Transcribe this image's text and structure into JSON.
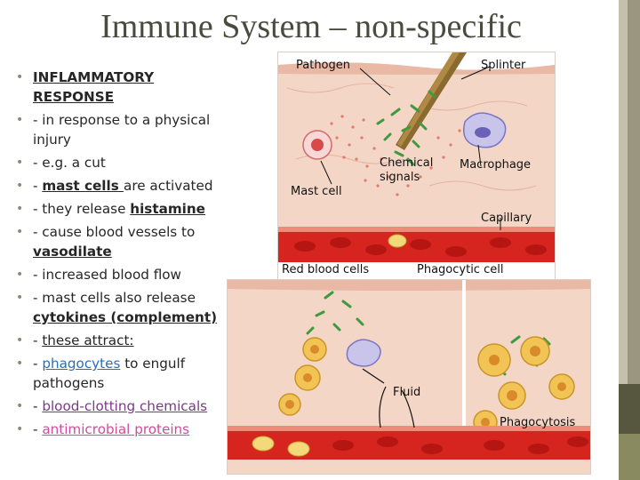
{
  "title": "Immune System – non-specific",
  "bullets": [
    {
      "prefix": "",
      "em": "INFLAMMATORY RESPONSE",
      "suffix": ""
    },
    {
      "prefix": "- in response to a physical injury",
      "em": "",
      "suffix": ""
    },
    {
      "prefix": "- e.g. a cut",
      "em": "",
      "suffix": ""
    },
    {
      "prefix": "- ",
      "em": "mast cells ",
      "suffix": "are activated"
    },
    {
      "prefix": "- they release ",
      "em": "histamine",
      "suffix": ""
    },
    {
      "prefix": "-  cause blood vessels to ",
      "em": "vasodilate",
      "suffix": ""
    },
    {
      "prefix": "- increased blood flow",
      "em": "",
      "suffix": ""
    },
    {
      "prefix": "- mast cells also release ",
      "em": "cytokines (complement)",
      "suffix": ""
    },
    {
      "prefix": "- ",
      "em": "these attract:",
      "suffix": ""
    },
    {
      "prefix": "- ",
      "em": "phagocytes",
      "suffix": " to engulf pathogens"
    },
    {
      "prefix": "- ",
      "em": "blood-clotting chemicals",
      "suffix": ""
    },
    {
      "prefix": "- ",
      "em": "antimicrobial proteins",
      "suffix": ""
    }
  ],
  "figure_top": {
    "pathogen": "Pathogen",
    "splinter": "Splinter",
    "chemical_signals_1": "Chemical",
    "chemical_signals_2": "signals",
    "macrophage": "Macrophage",
    "mast_cell": "Mast cell",
    "capillary": "Capillary",
    "red_blood_cells": "Red blood cells",
    "phagocytic_cell": "Phagocytic cell"
  },
  "figure_bottom": {
    "fluid": "Fluid",
    "phagocytosis": "Phagocytosis"
  },
  "colors": {
    "accent_blue": "#2b6fb3",
    "accent_purple": "#7a3a88",
    "accent_pink": "#d24a9c",
    "tissue": "#f1cfc0",
    "vessel": "#c8201c"
  }
}
